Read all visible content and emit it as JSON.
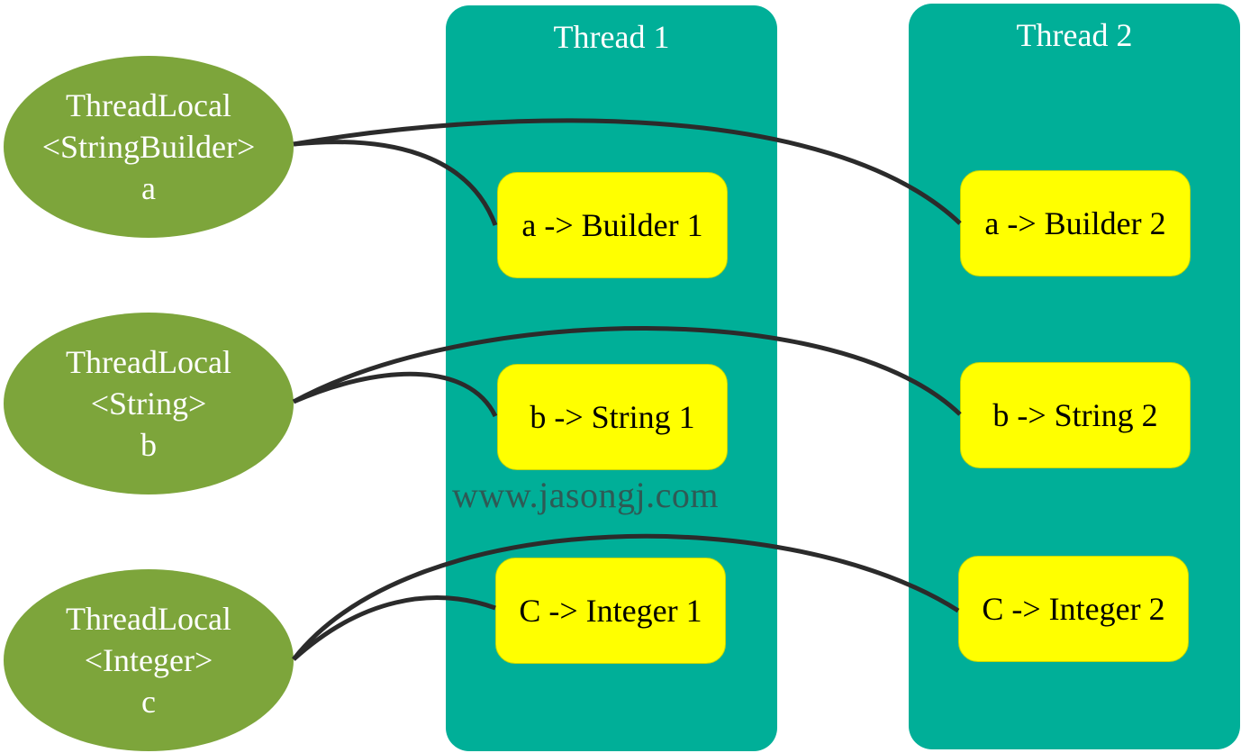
{
  "threads": [
    {
      "title": "Thread 1",
      "entries": [
        "a -> Builder 1",
        "b -> String 1",
        "C -> Integer 1"
      ]
    },
    {
      "title": "Thread 2",
      "entries": [
        "a -> Builder 2",
        "b -> String 2",
        "C -> Integer 2"
      ]
    }
  ],
  "thread_locals": [
    {
      "line1": "ThreadLocal",
      "line2": "<StringBuilder>",
      "line3": "a"
    },
    {
      "line1": "ThreadLocal",
      "line2": "<String>",
      "line3": "b"
    },
    {
      "line1": "ThreadLocal",
      "line2": "<Integer>",
      "line3": "c"
    }
  ],
  "watermark": "www.jasongj.com",
  "colors": {
    "thread_bg": "#00af98",
    "thread_local_bg": "#7da53b",
    "entry_bg": "#ffff00",
    "connector": "#2b2b2b"
  },
  "connections": [
    {
      "from": "thread_locals.0",
      "to": "threads.0.entries.0"
    },
    {
      "from": "thread_locals.0",
      "to": "threads.1.entries.0"
    },
    {
      "from": "thread_locals.1",
      "to": "threads.0.entries.1"
    },
    {
      "from": "thread_locals.1",
      "to": "threads.1.entries.1"
    },
    {
      "from": "thread_locals.2",
      "to": "threads.0.entries.2"
    },
    {
      "from": "thread_locals.2",
      "to": "threads.1.entries.2"
    }
  ]
}
